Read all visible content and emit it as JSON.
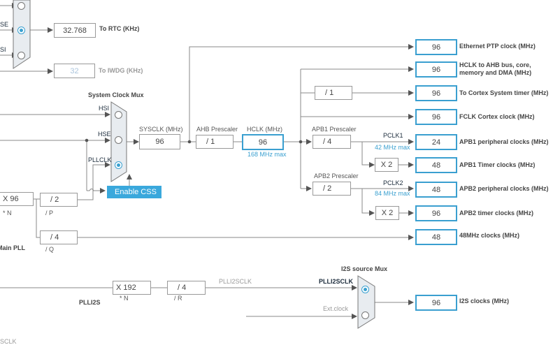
{
  "rtc_mux": {
    "inputs": [
      {
        "label": "",
        "selected": false
      },
      {
        "label": "SE",
        "selected": true
      },
      {
        "label": "SI",
        "selected": false
      }
    ]
  },
  "rtc": {
    "value": "32.768",
    "label": "To RTC (KHz)"
  },
  "iwdg": {
    "value": "32",
    "label": "To IWDG (KHz)"
  },
  "system_clock_mux": {
    "title": "System Clock Mux",
    "inputs": [
      {
        "label": "HSI",
        "selected": false
      },
      {
        "label": "HSE",
        "selected": false
      },
      {
        "label": "PLLCLK",
        "selected": true
      }
    ]
  },
  "enable_css": {
    "label": "Enable CSS"
  },
  "sysclk": {
    "label": "SYSCLK (MHz)",
    "value": "96"
  },
  "ahb_prescaler": {
    "label": "AHB Prescaler",
    "value": "/ 1"
  },
  "hclk": {
    "label": "HCLK (MHz)",
    "value": "96",
    "hint": "168 MHz max"
  },
  "cortex_prescaler": {
    "value": "/ 1"
  },
  "apb1_prescaler": {
    "label": "APB1 Prescaler",
    "value": "/ 4"
  },
  "apb2_prescaler": {
    "label": "APB2 Prescaler",
    "value": "/ 2"
  },
  "pclk1": {
    "label": "PCLK1",
    "hint": "42 MHz max"
  },
  "pclk2": {
    "label": "PCLK2",
    "hint": "84 MHz max"
  },
  "apb1_timer_mult": {
    "value": "X 2"
  },
  "apb2_timer_mult": {
    "value": "X 2"
  },
  "outputs": [
    {
      "value": "96",
      "label": "Ethernet PTP clock (MHz)"
    },
    {
      "value": "96",
      "label": "HCLK to AHB bus, core, memory and DMA (MHz)"
    },
    {
      "value": "96",
      "label": "To Cortex System timer (MHz)"
    },
    {
      "value": "96",
      "label": "FCLK Cortex clock (MHz)"
    },
    {
      "value": "24",
      "label": "APB1 peripheral clocks (MHz)"
    },
    {
      "value": "48",
      "label": "APB1 Timer clocks (MHz)"
    },
    {
      "value": "48",
      "label": "APB2 peripheral clocks (MHz)"
    },
    {
      "value": "96",
      "label": "APB2 timer clocks (MHz)"
    },
    {
      "value": "48",
      "label": "48MHz clocks (MHz)"
    },
    {
      "value": "96",
      "label": "I2S clocks (MHz)"
    }
  ],
  "main_pll": {
    "title": "Main PLL",
    "n": {
      "value": "X 96",
      "label": "* N"
    },
    "p": {
      "value": "/ 2",
      "label": "/ P"
    },
    "q": {
      "value": "/ 4",
      "label": "/ Q"
    }
  },
  "plli2s": {
    "title": "PLLI2S",
    "n": {
      "value": "X 192",
      "label": "* N"
    },
    "r": {
      "value": "/ 4",
      "label": "/ R"
    },
    "out_label": "PLLI2SCLK"
  },
  "i2s_mux": {
    "title": "I2S source Mux",
    "inputs": [
      {
        "label": "PLLI2SCLK",
        "selected": true
      },
      {
        "label": "Ext.clock",
        "selected": false
      }
    ]
  },
  "bottom_fragment": {
    "label": "SCLK"
  },
  "colors": {
    "accent": "#3a9fd0",
    "line": "#777777",
    "region": "#dce9f5",
    "button": "#3aa8dc"
  }
}
